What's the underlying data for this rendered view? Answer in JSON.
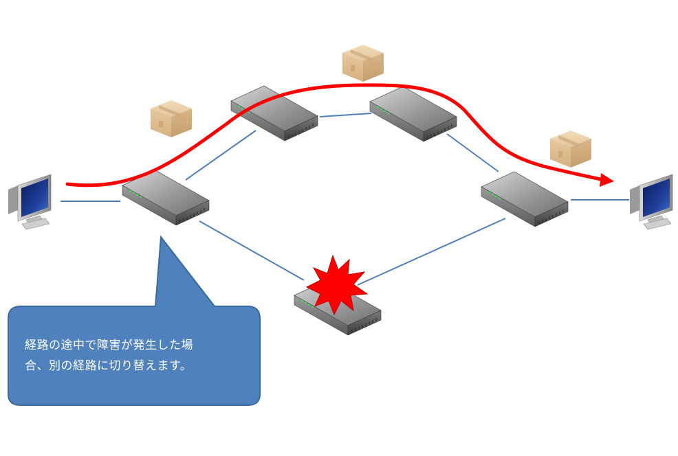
{
  "callout": {
    "line1": "経路の途中で障害が発生した場",
    "line2": "合、別の経路に切り替えます。"
  },
  "colors": {
    "link": "#4f7fb8",
    "route": "#ff0000",
    "callout_fill": "#4f81bd",
    "callout_border": "#3a6a9c",
    "failure_burst": "#ff0000",
    "package": "#e3c49a"
  },
  "icons": {
    "terminal": "computer-monitor-icon",
    "node": "network-switch-icon",
    "packet": "cardboard-box-icon",
    "failure": "explosion-icon",
    "route": "red-arrow-path"
  }
}
